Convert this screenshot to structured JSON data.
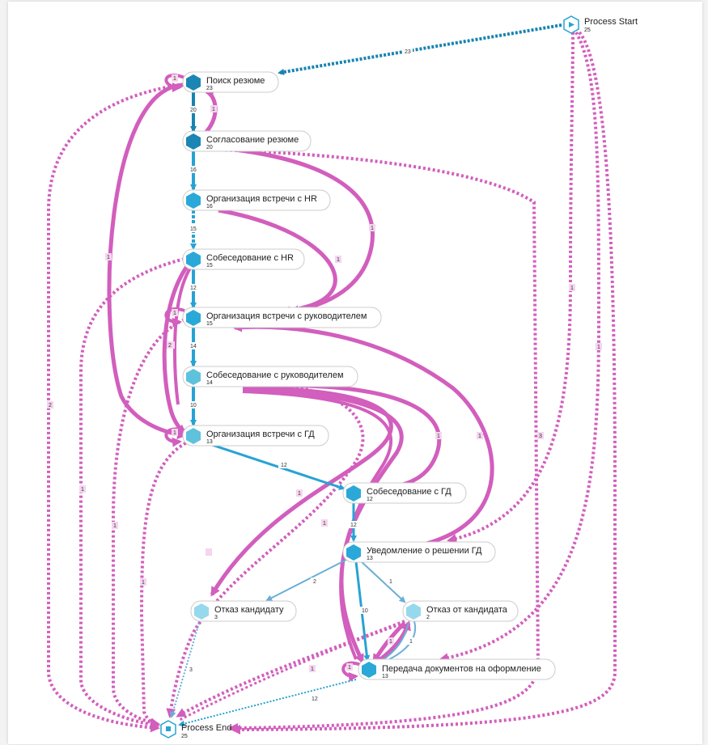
{
  "colors": {
    "main_edge": "#27a3d3",
    "dark_edge": "#1784b0",
    "light_edge": "#6baed6",
    "rework_edge": "#d25ebd",
    "node_dark": "#1b86b3",
    "node_mid": "#2aa9d8",
    "node_light": "#5ec2dd",
    "node_pale": "#97d9ec"
  },
  "nodes": {
    "process_start": {
      "label": "Process Start",
      "count": "25"
    },
    "poisk": {
      "label": "Поиск резюме",
      "count": "23"
    },
    "soglasovanie": {
      "label": "Согласование резюме",
      "count": "20"
    },
    "org_hr": {
      "label": "Организация встречи с HR",
      "count": "16"
    },
    "sobes_hr": {
      "label": "Собеседование с HR",
      "count": "15"
    },
    "org_ruk": {
      "label": "Организация встречи с руководителем",
      "count": "15"
    },
    "sobes_ruk": {
      "label": "Собеседование с руководителем",
      "count": "14"
    },
    "org_gd": {
      "label": "Организация встречи с ГД",
      "count": "13"
    },
    "sobes_gd": {
      "label": "Собеседование с ГД",
      "count": "12"
    },
    "uvedomlenie": {
      "label": "Уведомление о решении ГД",
      "count": "13"
    },
    "otkaz_kand": {
      "label": "Отказ кандидату",
      "count": "3"
    },
    "otkaz_ot": {
      "label": "Отказ от кандидата",
      "count": "2"
    },
    "peredacha": {
      "label": "Передача документов на оформление",
      "count": "13"
    },
    "process_end": {
      "label": "Process End",
      "count": "25"
    }
  },
  "edge_labels": {
    "start_poisk": "23",
    "poisk_sogl": "20",
    "sogl_poisk": "1",
    "sogl_org_hr": "16",
    "org_hr_sobes_hr": "15",
    "sobes_hr_org_ruk": "12",
    "org_ruk_sobes_ruk": "14",
    "sobes_ruk_org_gd": "10",
    "org_gd_sobes_gd": "12",
    "sobes_gd_uved": "12",
    "uved_otkaz_kand": "2",
    "uved_otkaz_ot": "1",
    "uved_peredacha": "10",
    "otkaz_ot_peredacha": "1",
    "peredacha_end": "12",
    "otkaz_kand_end": "3",
    "start_uved": "1",
    "start_peredacha": "1",
    "sogl_end": "3",
    "poisk_end": "2",
    "sogl_org_ruk": "1",
    "org_hr_org_ruk": "1",
    "poisk_org_gd": "1",
    "sobes_hr_end": "1",
    "sobes_hr_org_gd": "2",
    "sobes_ruk_otkaz": "1",
    "sobes_ruk_peredacha": "1",
    "sobes_ruk_sobes_gd": "1",
    "uved_org_ruk": "1",
    "org_ruk_end": "1",
    "org_gd_end": "1",
    "otkaz_ot_end": "1",
    "peredacha_otkaz_ot": "1",
    "self_loop": "1"
  }
}
